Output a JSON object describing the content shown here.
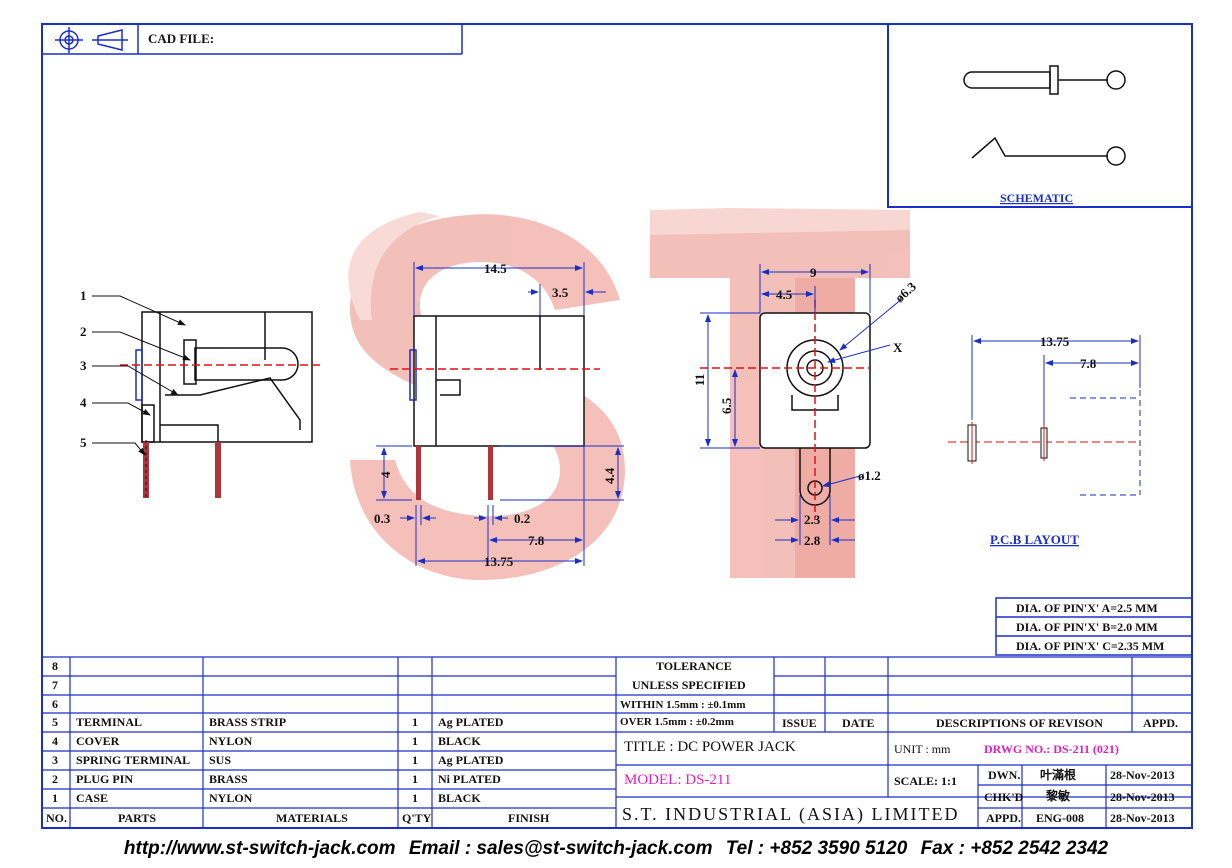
{
  "header": {
    "cad_label": "CAD FILE:"
  },
  "schematic": {
    "label": "SCHEMATIC"
  },
  "part_callouts": [
    "1",
    "2",
    "3",
    "4",
    "5"
  ],
  "dimensions": {
    "front_width": "14.5",
    "front_top_right": "3.5",
    "front_height_small": "4",
    "front_pin_right": "4.4",
    "front_left_gap": "0.3",
    "front_pin_width": "0.2",
    "front_pin_pitch": "7.8",
    "front_total": "13.75",
    "side_width": "9",
    "side_half": "4.5",
    "side_height": "11",
    "side_center": "6.5",
    "side_dia": "ø6.3",
    "side_pin_mark": "X",
    "side_hole": "ø1.2",
    "side_bottom_a": "2.3",
    "side_bottom_b": "2.8",
    "pcb_total": "13.75",
    "pcb_pitch": "7.8"
  },
  "pcb": {
    "label": "P.C.B LAYOUT"
  },
  "pin_dia": [
    "DIA. OF PIN'X' A=2.5 MM",
    "DIA. OF PIN'X' B=2.0 MM",
    "DIA. OF PIN'X' C=2.35 MM"
  ],
  "bom": {
    "empty_rows": [
      "8",
      "7",
      "6"
    ],
    "rows": [
      {
        "no": "5",
        "part": "TERMINAL",
        "material": "BRASS STRIP",
        "qty": "1",
        "finish": "Ag PLATED"
      },
      {
        "no": "4",
        "part": "COVER",
        "material": "NYLON",
        "qty": "1",
        "finish": "BLACK"
      },
      {
        "no": "3",
        "part": "SPRING TERMINAL",
        "material": "SUS",
        "qty": "1",
        "finish": "Ag PLATED"
      },
      {
        "no": "2",
        "part": "PLUG PIN",
        "material": "BRASS",
        "qty": "1",
        "finish": "Ni PLATED"
      },
      {
        "no": "1",
        "part": "CASE",
        "material": "NYLON",
        "qty": "1",
        "finish": "BLACK"
      }
    ],
    "headers": {
      "no": "NO.",
      "parts": "PARTS",
      "materials": "MATERIALS",
      "qty": "Q'TY",
      "finish": "FINISH"
    }
  },
  "title_block": {
    "tolerance_1": "TOLERANCE",
    "tolerance_2": "UNLESS  SPECIFIED",
    "tolerance_3": "WITHIN  1.5mm : ±0.1mm",
    "tolerance_4": "OVER   1.5mm : ±0.2mm",
    "issue": "ISSUE",
    "date": "DATE",
    "descriptions": "DESCRIPTIONS OF REVISON",
    "appd": "APPD.",
    "title": "TITLE : DC POWER JACK",
    "unit": "UNIT :  mm",
    "drwg": "DRWG NO.: DS-211 (021)",
    "model": "MODEL: DS-211",
    "scale": "SCALE:  1:1",
    "dwn": "DWN.",
    "dwn_name": "叶滿根",
    "dwn_date": "28-Nov-2013",
    "chkd": "CHK'D",
    "chkd_name": "黎敏",
    "chkd_date": "28-Nov-2013",
    "company": "S.T. INDUSTRIAL (ASIA) LIMITED",
    "appd_label": "APPD.",
    "appd_name": "ENG-008",
    "appd_date": "28-Nov-2013"
  },
  "footer": {
    "web": "http://www.st-switch-jack.com",
    "email": "Email : sales@st-switch-jack.com",
    "tel": "Tel : +852 3590 5120",
    "fax": "Fax : +852 2542 2342"
  },
  "colors": {
    "border": "#1a2fc8",
    "watermark": "#f2b5ad",
    "centerline": "#e01010",
    "pin": "#b0353a",
    "highlight": "#e01fc0"
  }
}
